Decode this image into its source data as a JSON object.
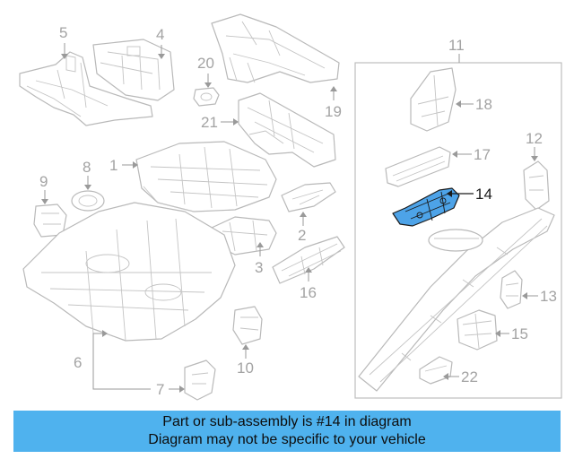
{
  "diagram": {
    "callouts": [
      {
        "id": "c1",
        "text": "1"
      },
      {
        "id": "c2",
        "text": "2"
      },
      {
        "id": "c3",
        "text": "3"
      },
      {
        "id": "c4",
        "text": "4"
      },
      {
        "id": "c5",
        "text": "5"
      },
      {
        "id": "c6",
        "text": "6"
      },
      {
        "id": "c7",
        "text": "7"
      },
      {
        "id": "c8",
        "text": "8"
      },
      {
        "id": "c9",
        "text": "9"
      },
      {
        "id": "c10",
        "text": "10"
      },
      {
        "id": "c11",
        "text": "11"
      },
      {
        "id": "c12",
        "text": "12"
      },
      {
        "id": "c13",
        "text": "13"
      },
      {
        "id": "c14",
        "text": "14"
      },
      {
        "id": "c15",
        "text": "15"
      },
      {
        "id": "c16",
        "text": "16"
      },
      {
        "id": "c17",
        "text": "17"
      },
      {
        "id": "c18",
        "text": "18"
      },
      {
        "id": "c19",
        "text": "19"
      },
      {
        "id": "c20",
        "text": "20"
      },
      {
        "id": "c21",
        "text": "21"
      },
      {
        "id": "c22",
        "text": "22"
      }
    ],
    "highlighted_part": "14",
    "highlight_color": "#4da3e8"
  },
  "banner": {
    "line1": "Part or sub-assembly is #14 in diagram",
    "line2": "Diagram may not be specific to your vehicle",
    "background": "#4fb2ee"
  }
}
